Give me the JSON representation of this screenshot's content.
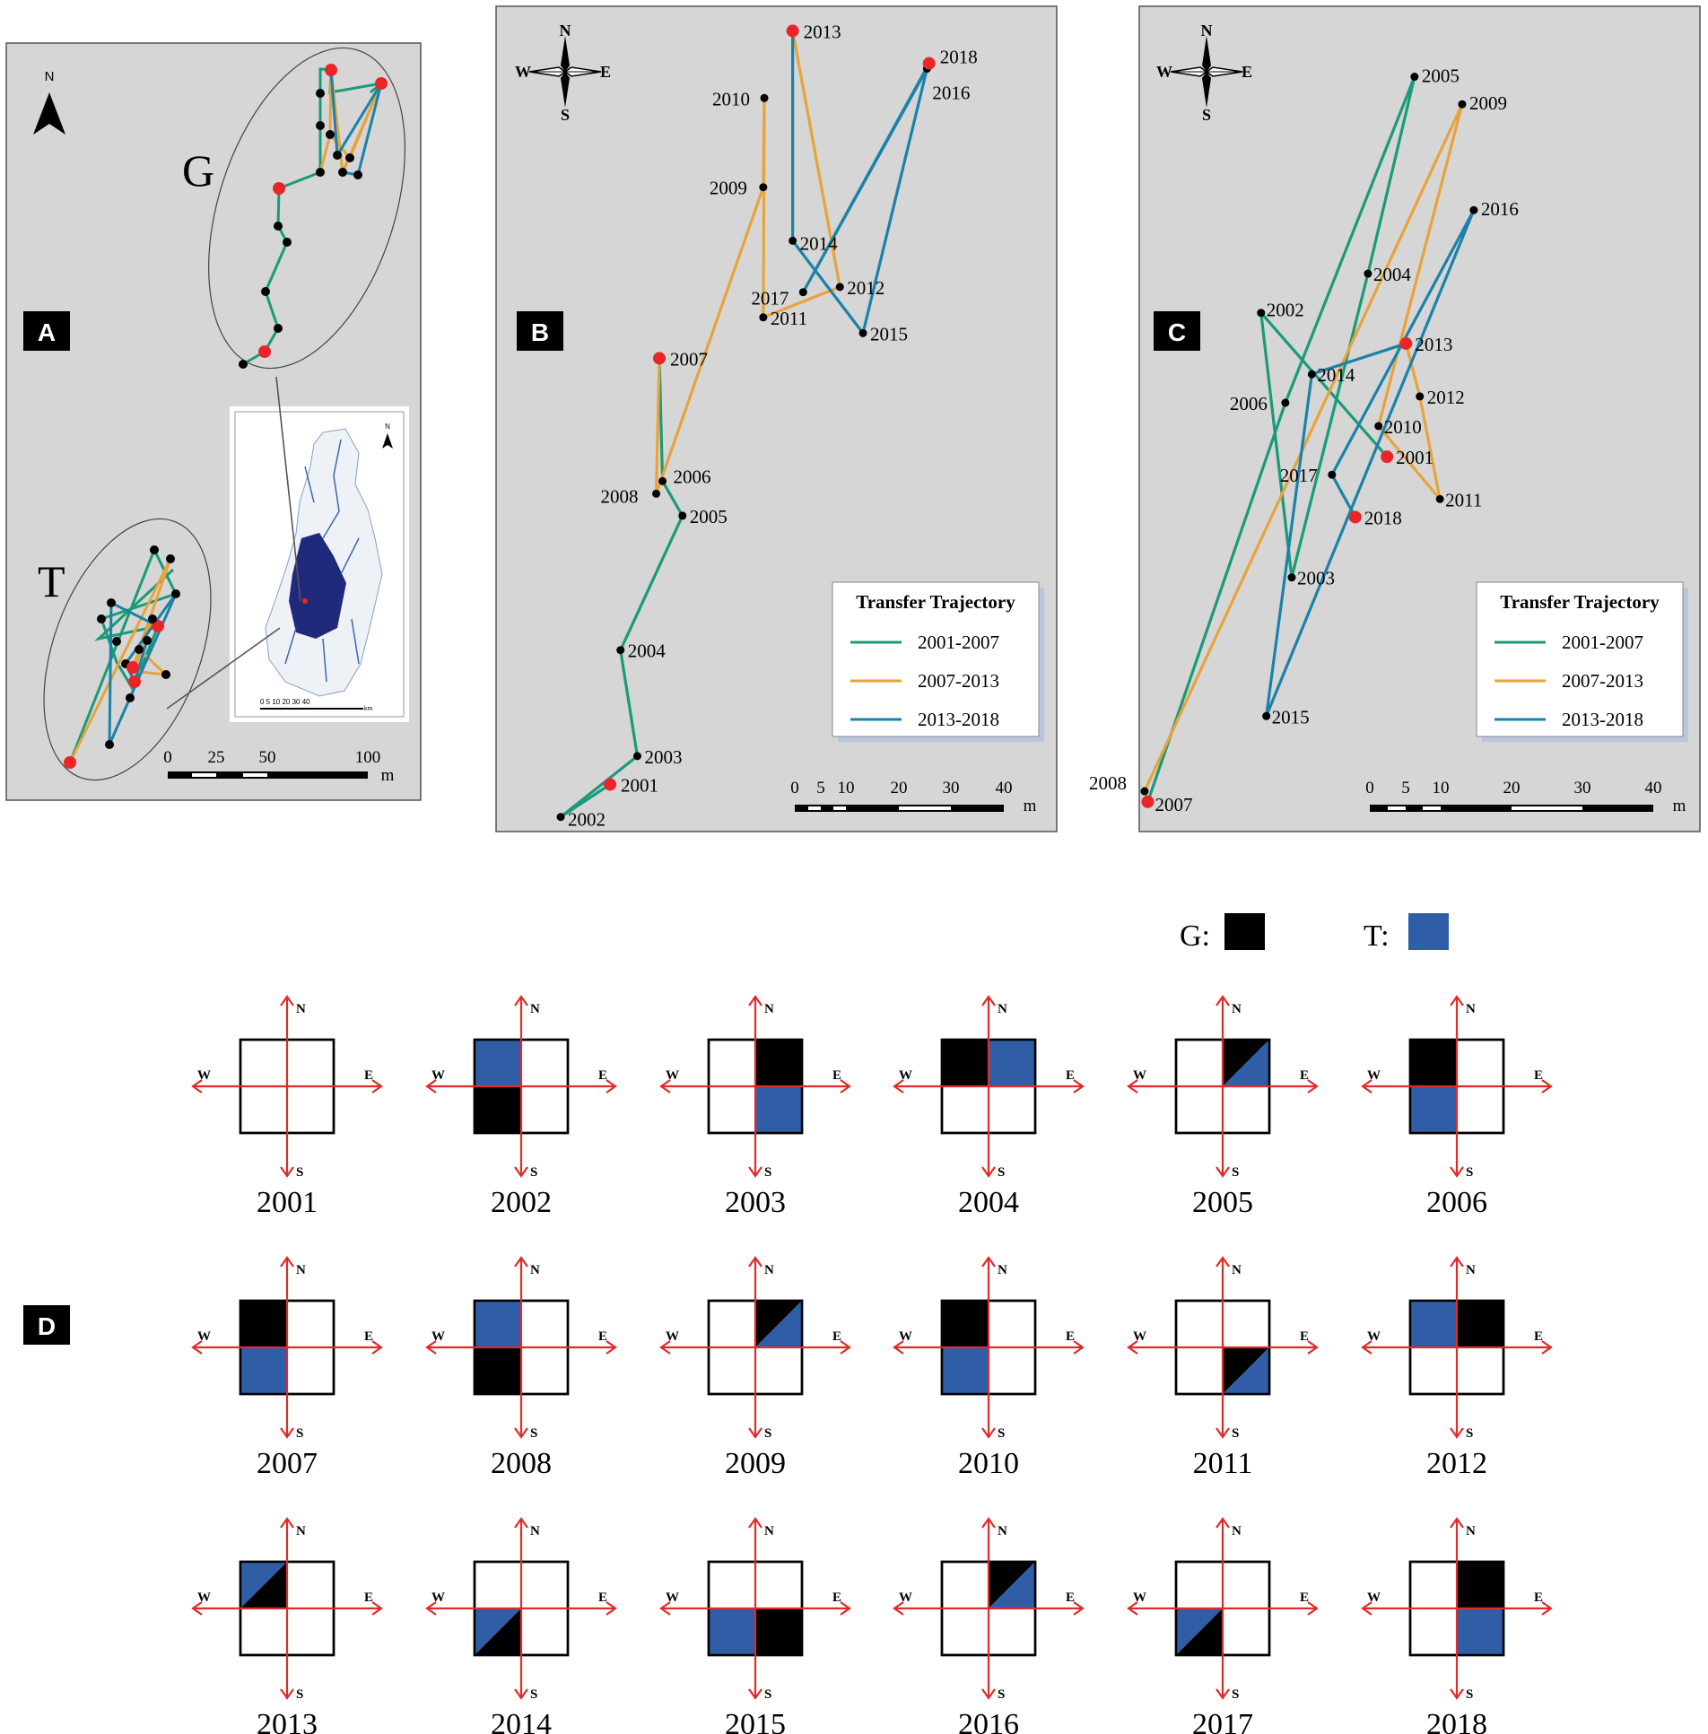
{
  "colors": {
    "panel_bg": "#d6d6d6",
    "series_1": "#1a9a7a",
    "series_2": "#e8a33a",
    "series_3": "#1a82a8",
    "point_black": "#000000",
    "point_red": "#e8262a",
    "G_fill": "#000000",
    "T_fill": "#2f5ea6",
    "axis_red": "#e02b2b"
  },
  "icons": [
    "north-arrow-icon",
    "compass-rose-icon"
  ],
  "panels": {
    "A": {
      "label": "A",
      "north": "N",
      "group_G": "G",
      "group_T": "T",
      "scale": {
        "ticks": [
          "0",
          "25",
          "50",
          "100"
        ],
        "unit": "m"
      },
      "inset": {
        "north": "N",
        "scale_text": "0 5 10   20   30   40",
        "unit": "km"
      }
    },
    "B": {
      "label": "B",
      "compass": {
        "n": "N",
        "s": "S",
        "e": "E",
        "w": "W"
      },
      "scale": {
        "ticks": [
          "0",
          "5",
          "10",
          "20",
          "30",
          "40"
        ],
        "unit": "m"
      },
      "legend": {
        "title": "Transfer Trajectory",
        "items": [
          "2001-2007",
          "2007-2013",
          "2013-2018"
        ]
      }
    },
    "C": {
      "label": "C",
      "compass": {
        "n": "N",
        "s": "S",
        "e": "E",
        "w": "W"
      },
      "scale": {
        "ticks": [
          "0",
          "5",
          "10",
          "20",
          "30",
          "40"
        ],
        "unit": "m"
      },
      "legend": {
        "title": "Transfer Trajectory",
        "items": [
          "2001-2007",
          "2007-2013",
          "2013-2018"
        ]
      }
    },
    "D": {
      "label": "D",
      "legend": {
        "g_label": "G:",
        "t_label": "T:"
      },
      "axis": {
        "n": "N",
        "s": "S",
        "e": "E",
        "w": "W"
      }
    }
  },
  "chart_data": [
    {
      "type": "scatter",
      "title": "",
      "name": "G",
      "mode": "lines+markers",
      "segments": [
        "2001-2007",
        "2007-2013",
        "2013-2018"
      ],
      "points": [
        {
          "year": "2001",
          "x": 2.4,
          "y": 3.0,
          "red": true
        },
        {
          "year": "2002",
          "x": -7.0,
          "y": -3.2,
          "red": false
        },
        {
          "year": "2003",
          "x": 7.6,
          "y": 8.4,
          "red": false
        },
        {
          "year": "2004",
          "x": 4.4,
          "y": 28.6,
          "red": false
        },
        {
          "year": "2005",
          "x": 16.2,
          "y": 54.2,
          "red": false
        },
        {
          "year": "2006",
          "x": 12.4,
          "y": 60.8,
          "red": false
        },
        {
          "year": "2007",
          "x": 11.8,
          "y": 84.2,
          "red": true
        },
        {
          "year": "2008",
          "x": 11.2,
          "y": 58.4,
          "red": false
        },
        {
          "year": "2009",
          "x": 31.6,
          "y": 116.8,
          "red": false
        },
        {
          "year": "2010",
          "x": 31.8,
          "y": 133.8,
          "red": false
        },
        {
          "year": "2011",
          "x": 31.6,
          "y": 92.0,
          "red": false
        },
        {
          "year": "2012",
          "x": 46.2,
          "y": 97.8,
          "red": false
        },
        {
          "year": "2013",
          "x": 37.2,
          "y": 146.6,
          "red": true
        },
        {
          "year": "2014",
          "x": 37.2,
          "y": 106.6,
          "red": false
        },
        {
          "year": "2015",
          "x": 50.6,
          "y": 89.0,
          "red": false
        },
        {
          "year": "2016",
          "x": 62.8,
          "y": 139.4,
          "red": false
        },
        {
          "year": "2017",
          "x": 39.2,
          "y": 96.8,
          "red": false
        },
        {
          "year": "2018",
          "x": 63.2,
          "y": 140.4,
          "red": true
        }
      ]
    },
    {
      "type": "scatter",
      "title": "",
      "name": "T",
      "mode": "lines+markers",
      "segments": [
        "2001-2007",
        "2007-2013",
        "2013-2018"
      ],
      "points": [
        {
          "year": "2001",
          "x": 32.4,
          "y": 59.8,
          "red": true
        },
        {
          "year": "2002",
          "x": 8.6,
          "y": 87.0,
          "red": false
        },
        {
          "year": "2003",
          "x": 14.4,
          "y": 37.0,
          "red": false
        },
        {
          "year": "2004",
          "x": 28.8,
          "y": 94.4,
          "red": false
        },
        {
          "year": "2005",
          "x": 37.6,
          "y": 131.6,
          "red": false
        },
        {
          "year": "2006",
          "x": 13.2,
          "y": 70.0,
          "red": false
        },
        {
          "year": "2007",
          "x": -12.8,
          "y": -5.4,
          "red": true
        },
        {
          "year": "2008",
          "x": -13.4,
          "y": -3.4,
          "red": false
        },
        {
          "year": "2009",
          "x": 46.6,
          "y": 126.4,
          "red": false
        },
        {
          "year": "2010",
          "x": 30.8,
          "y": 65.6,
          "red": false
        },
        {
          "year": "2011",
          "x": 42.4,
          "y": 51.8,
          "red": false
        },
        {
          "year": "2012",
          "x": 38.6,
          "y": 71.2,
          "red": false
        },
        {
          "year": "2013",
          "x": 36.0,
          "y": 81.2,
          "red": true
        },
        {
          "year": "2014",
          "x": 18.2,
          "y": 75.4,
          "red": false
        },
        {
          "year": "2015",
          "x": 9.6,
          "y": 10.8,
          "red": false
        },
        {
          "year": "2016",
          "x": 48.8,
          "y": 106.4,
          "red": false
        },
        {
          "year": "2017",
          "x": 22.0,
          "y": 56.4,
          "red": false
        },
        {
          "year": "2018",
          "x": 26.4,
          "y": 48.4,
          "red": true
        }
      ]
    },
    {
      "type": "table",
      "title": "",
      "description_rows": "Quadrant position of group G (black) and T (blue) each year",
      "quadrant_keys": [
        "NW",
        "NE",
        "SW",
        "SE"
      ],
      "years": [
        {
          "year": "2001",
          "cells": {}
        },
        {
          "year": "2002",
          "cells": {
            "NW": "T",
            "SW": "G"
          }
        },
        {
          "year": "2003",
          "cells": {
            "NE": "G",
            "SE": "T"
          }
        },
        {
          "year": "2004",
          "cells": {
            "NW": "G",
            "NE": "T"
          }
        },
        {
          "year": "2005",
          "cells": {
            "NE": "G/T"
          }
        },
        {
          "year": "2006",
          "cells": {
            "NW": "G",
            "SW": "T"
          }
        },
        {
          "year": "2007",
          "cells": {
            "NW": "G",
            "SW": "T"
          }
        },
        {
          "year": "2008",
          "cells": {
            "NW": "T",
            "SW": "G"
          }
        },
        {
          "year": "2009",
          "cells": {
            "NE": "G/T"
          }
        },
        {
          "year": "2010",
          "cells": {
            "NW": "G",
            "SW": "T"
          }
        },
        {
          "year": "2011",
          "cells": {
            "SE": "G/T"
          }
        },
        {
          "year": "2012",
          "cells": {
            "NW": "T",
            "NE": "G"
          }
        },
        {
          "year": "2013",
          "cells": {
            "NW": "T/G"
          }
        },
        {
          "year": "2014",
          "cells": {
            "SW": "T/G"
          }
        },
        {
          "year": "2015",
          "cells": {
            "SW": "T",
            "SE": "G"
          }
        },
        {
          "year": "2016",
          "cells": {
            "NE": "G/T"
          }
        },
        {
          "year": "2017",
          "cells": {
            "SW": "T/G"
          }
        },
        {
          "year": "2018",
          "cells": {
            "NE": "G",
            "SE": "T"
          }
        }
      ]
    }
  ]
}
